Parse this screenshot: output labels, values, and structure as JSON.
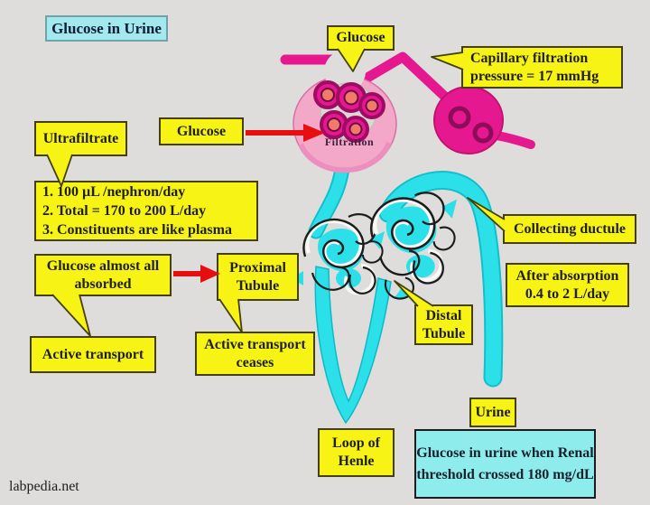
{
  "page": {
    "title": "Glucose in Urine",
    "watermark": "labpedia.net"
  },
  "labels": {
    "glucose_top": "Glucose",
    "capillary_pressure": "Capillary filtration pressure = 17 mmHg",
    "ultrafiltrate": "Ultrafiltrate",
    "glucose_left": "Glucose",
    "filtration": "Filtration",
    "facts": [
      "1. 100 µL /nephron/day",
      "2. Total = 170 to 200 L/day",
      "3. Constituents are like plasma"
    ],
    "glucose_absorbed": "Glucose almost all absorbed",
    "proximal_tubule": "Proximal Tubule",
    "active_transport": "Active transport",
    "active_transport_ceases": "Active transport ceases",
    "collecting_ductule": "Collecting ductule",
    "after_absorption": "After absorption 0.4 to 2 L/day",
    "distal_tubule": "Distal Tubule",
    "loop_of_henle": "Loop of Henle",
    "urine": "Urine",
    "renal_threshold": "Glucose in urine when Renal threshold crossed 180 mg/dL"
  },
  "colors": {
    "background": "#dedddb",
    "callout_yellow": "#f7f415",
    "callout_cyan_title": "#a2e9ee",
    "callout_cyan_note": "#8fecec",
    "vessel_magenta": "#e6188f",
    "capsule_pink": "#f3a8c8",
    "rbc_salmon": "#f07b66",
    "tubule_cyan": "#2be0e8",
    "arrow_red": "#e60e0e"
  }
}
